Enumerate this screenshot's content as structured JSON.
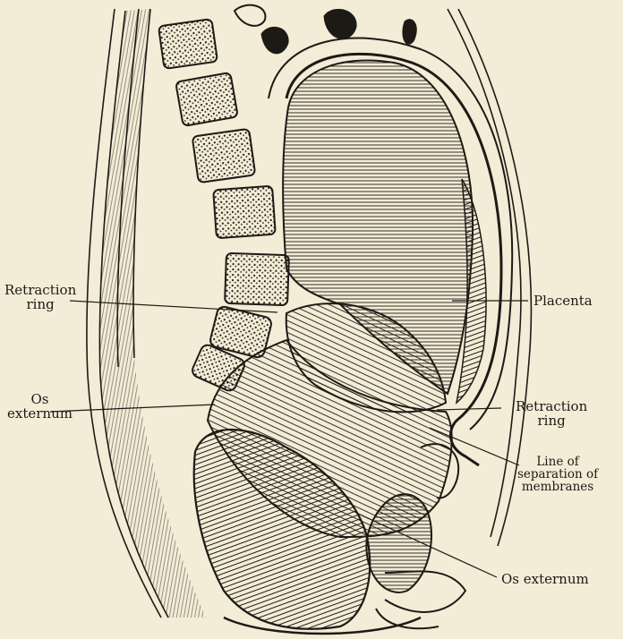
{
  "colors": {
    "paper": "#f3ecd6",
    "ink": "#1d1a16"
  },
  "labels": {
    "retraction_ring_left": [
      "Retraction",
      "ring"
    ],
    "placenta": "Placenta",
    "os_externum_left": [
      "Os",
      "externum"
    ],
    "retraction_ring_right": [
      "Retraction",
      "ring"
    ],
    "line_of_separation": [
      "Line of",
      "separation of",
      "membranes"
    ],
    "os_externum_right": "Os externum"
  }
}
